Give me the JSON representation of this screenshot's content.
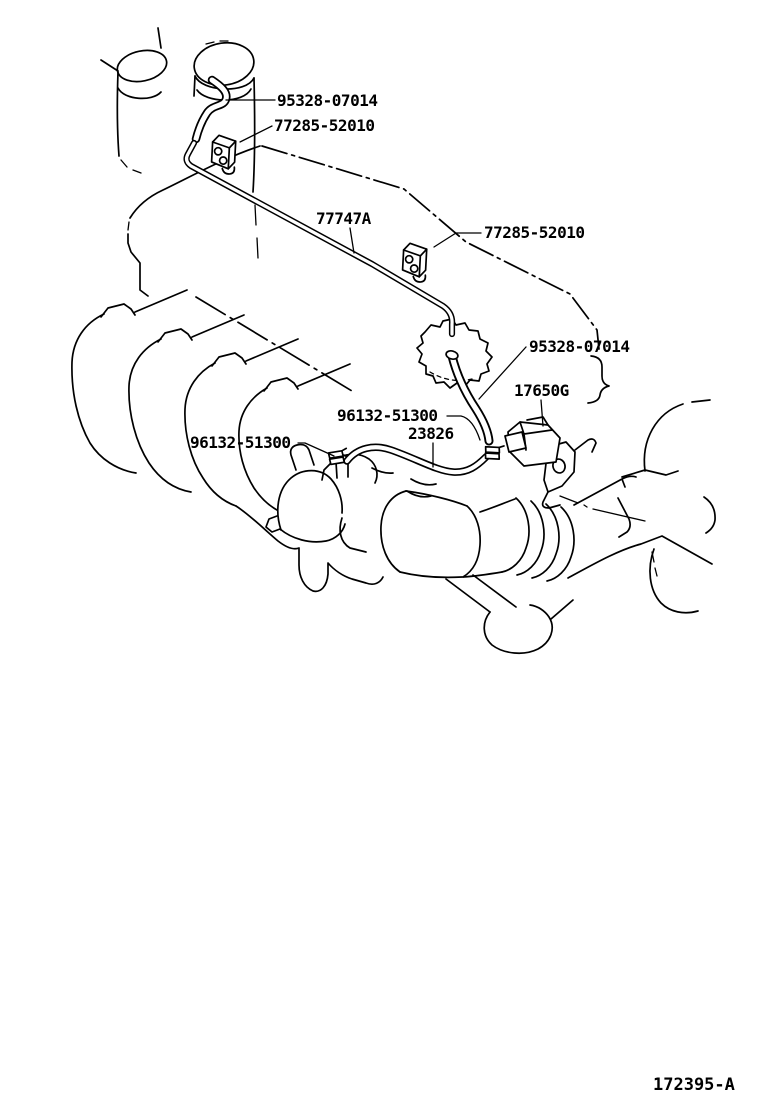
{
  "figure": {
    "type": "parts-catalog-line-drawing",
    "subject": "Engine vacuum piping diagram",
    "drawing_number": "172395-A",
    "ink_color": "#000000",
    "paper_color": "#ffffff"
  },
  "labels": [
    {
      "part": "95328-07014"
    },
    {
      "part": "77285-52010"
    },
    {
      "part": "77747A"
    },
    {
      "part": "77285-52010"
    },
    {
      "part": "95328-07014"
    },
    {
      "part": "17650G"
    },
    {
      "part": "96132-51300"
    },
    {
      "part": "23826"
    },
    {
      "part": "96132-51300"
    }
  ]
}
